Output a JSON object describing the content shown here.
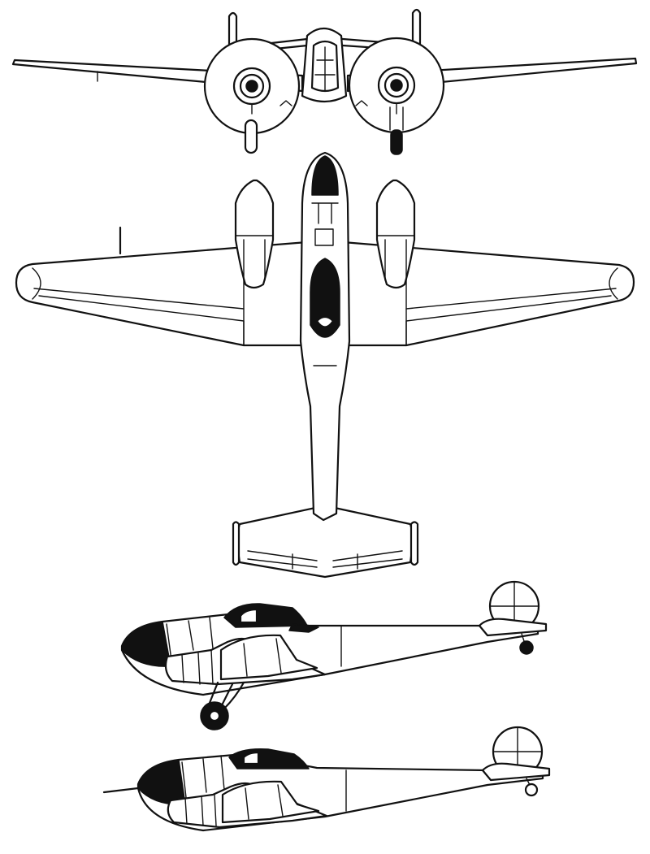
{
  "drawing": {
    "views": [
      "front-view",
      "top-view",
      "side-view-gear-down",
      "side-view-gear-up"
    ],
    "colors": {
      "ink": "#111111",
      "paper": "#ffffff"
    }
  }
}
